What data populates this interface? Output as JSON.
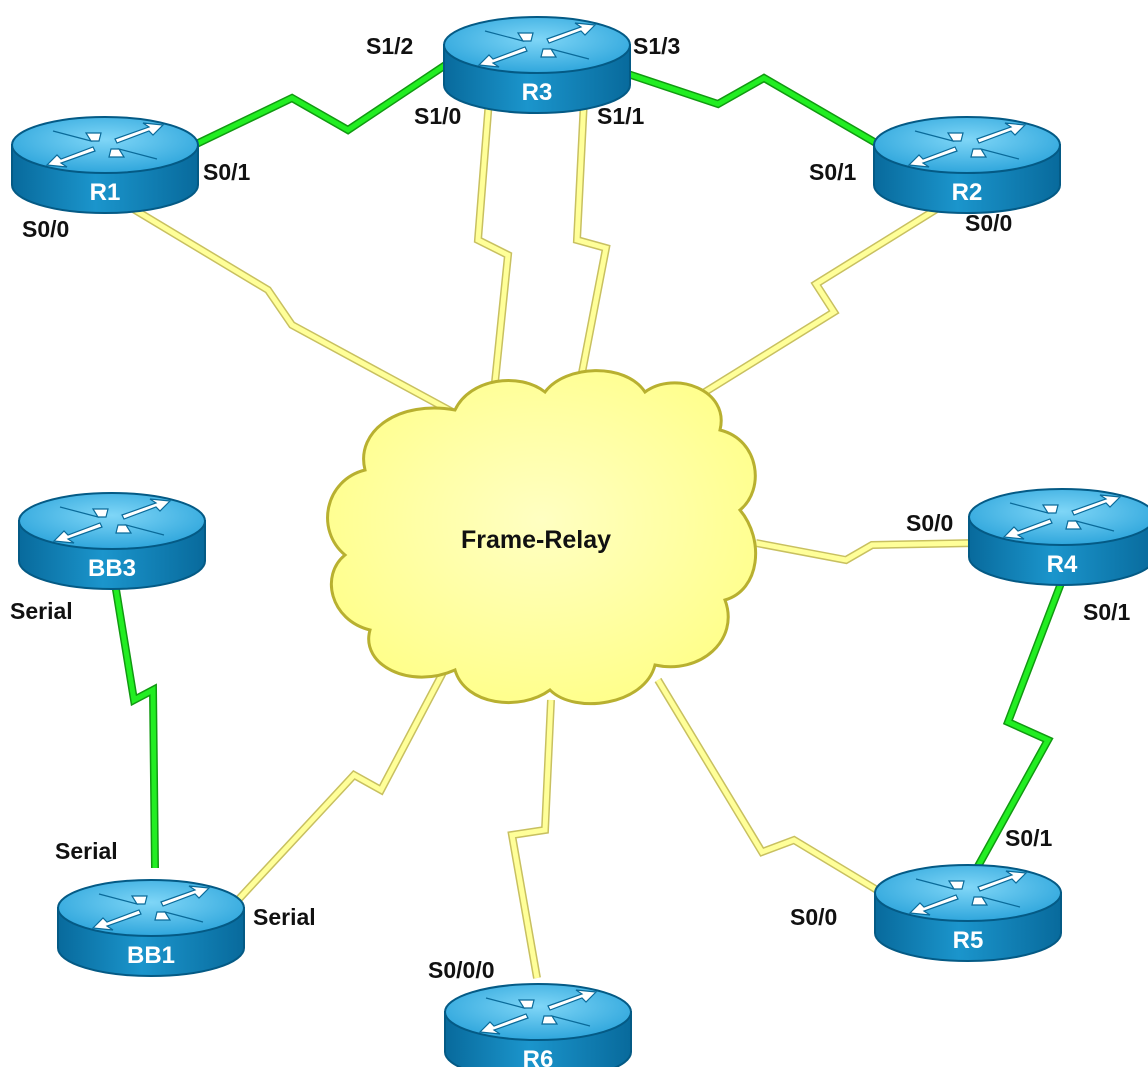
{
  "cloud": {
    "label": "Frame-Relay"
  },
  "routers": [
    {
      "id": "r3",
      "name": "R3"
    },
    {
      "id": "r1",
      "name": "R1"
    },
    {
      "id": "r2",
      "name": "R2"
    },
    {
      "id": "bb3",
      "name": "BB3"
    },
    {
      "id": "r4",
      "name": "R4"
    },
    {
      "id": "bb1",
      "name": "BB1"
    },
    {
      "id": "r6",
      "name": "R6"
    },
    {
      "id": "r5",
      "name": "R5"
    }
  ],
  "ports": {
    "r3_s1_2": "S1/2",
    "r3_s1_3": "S1/3",
    "r3_s1_0": "S1/0",
    "r3_s1_1": "S1/1",
    "r1_s0_1": "S0/1",
    "r1_s0_0": "S0/0",
    "r2_s0_1": "S0/1",
    "r2_s0_0": "S0/0",
    "r4_s0_0": "S0/0",
    "r4_s0_1": "S0/1",
    "bb3_serial": "Serial",
    "bb1_serial_top": "Serial",
    "bb1_serial_right": "Serial",
    "r5_s0_1": "S0/1",
    "r5_s0_0": "S0/0",
    "r6_s0_0_0": "S0/0/0"
  },
  "links": [
    {
      "id": "r1-r3",
      "type": "serial-point-to-point",
      "from": "R1",
      "to": "R3"
    },
    {
      "id": "r3-r2",
      "type": "serial-point-to-point",
      "from": "R3",
      "to": "R2"
    },
    {
      "id": "bb3-bb1",
      "type": "serial-point-to-point",
      "from": "BB3",
      "to": "BB1"
    },
    {
      "id": "r4-r5",
      "type": "serial-point-to-point",
      "from": "R4",
      "to": "R5"
    },
    {
      "id": "r1-fr",
      "type": "frame-relay",
      "from": "R1",
      "to": "Frame-Relay"
    },
    {
      "id": "r3a-fr",
      "type": "frame-relay",
      "from": "R3",
      "to": "Frame-Relay"
    },
    {
      "id": "r3b-fr",
      "type": "frame-relay",
      "from": "R3",
      "to": "Frame-Relay"
    },
    {
      "id": "r2-fr",
      "type": "frame-relay",
      "from": "R2",
      "to": "Frame-Relay"
    },
    {
      "id": "r4-fr",
      "type": "frame-relay",
      "from": "R4",
      "to": "Frame-Relay"
    },
    {
      "id": "bb1-fr",
      "type": "frame-relay",
      "from": "BB1",
      "to": "Frame-Relay"
    },
    {
      "id": "r6-fr",
      "type": "frame-relay",
      "from": "R6",
      "to": "Frame-Relay"
    },
    {
      "id": "r5-fr",
      "type": "frame-relay",
      "from": "R5",
      "to": "Frame-Relay"
    }
  ],
  "colors": {
    "frame_relay_link": "#ffff99",
    "frame_relay_link_stroke": "#c8c060",
    "point_to_point_link": "#22ee22",
    "point_to_point_link_stroke": "#119911",
    "cloud_fill": "#ffff99",
    "cloud_stroke": "#b8b030",
    "router_top": "#3fb4e6",
    "router_side": "#0a7fb8",
    "router_outline": "#045a85",
    "router_arrow": "#ffffff"
  }
}
